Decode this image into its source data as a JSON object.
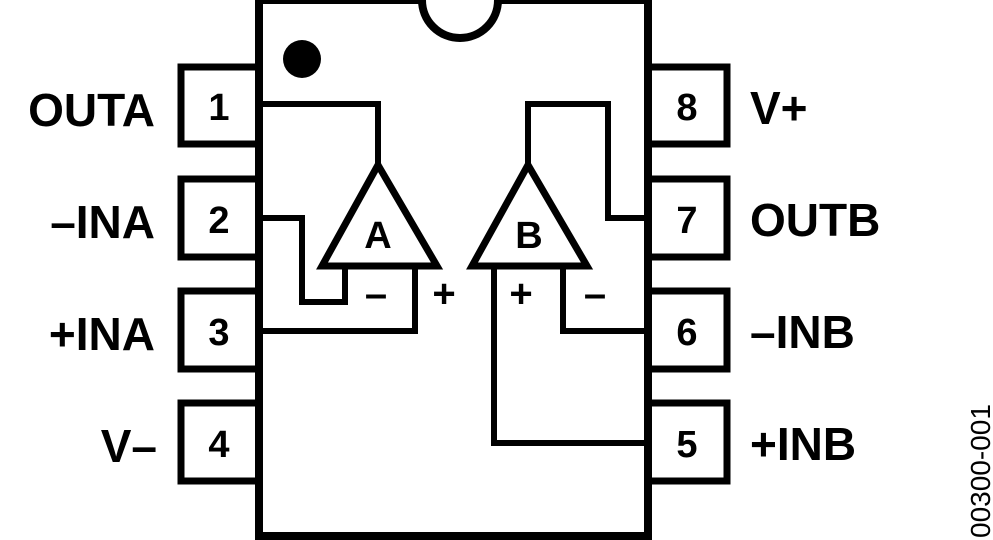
{
  "diagram": {
    "type": "pin-configuration",
    "package": "8-lead dual op-amp",
    "figure_id": "00300-001",
    "colors": {
      "stroke": "#000000",
      "background": "#ffffff"
    },
    "pins": [
      {
        "number": "1",
        "label": "OUTA",
        "side": "left"
      },
      {
        "number": "2",
        "label": "–INA",
        "side": "left"
      },
      {
        "number": "3",
        "label": "+INA",
        "side": "left"
      },
      {
        "number": "4",
        "label": "V–",
        "side": "left"
      },
      {
        "number": "5",
        "label": "+INB",
        "side": "right"
      },
      {
        "number": "6",
        "label": "–INB",
        "side": "right"
      },
      {
        "number": "7",
        "label": "OUTB",
        "side": "right"
      },
      {
        "number": "8",
        "label": "V+",
        "side": "right"
      }
    ],
    "amplifiers": [
      {
        "name": "A",
        "inverting_sign": "–",
        "noninverting_sign": "+"
      },
      {
        "name": "B",
        "inverting_sign": "–",
        "noninverting_sign": "+"
      }
    ]
  }
}
